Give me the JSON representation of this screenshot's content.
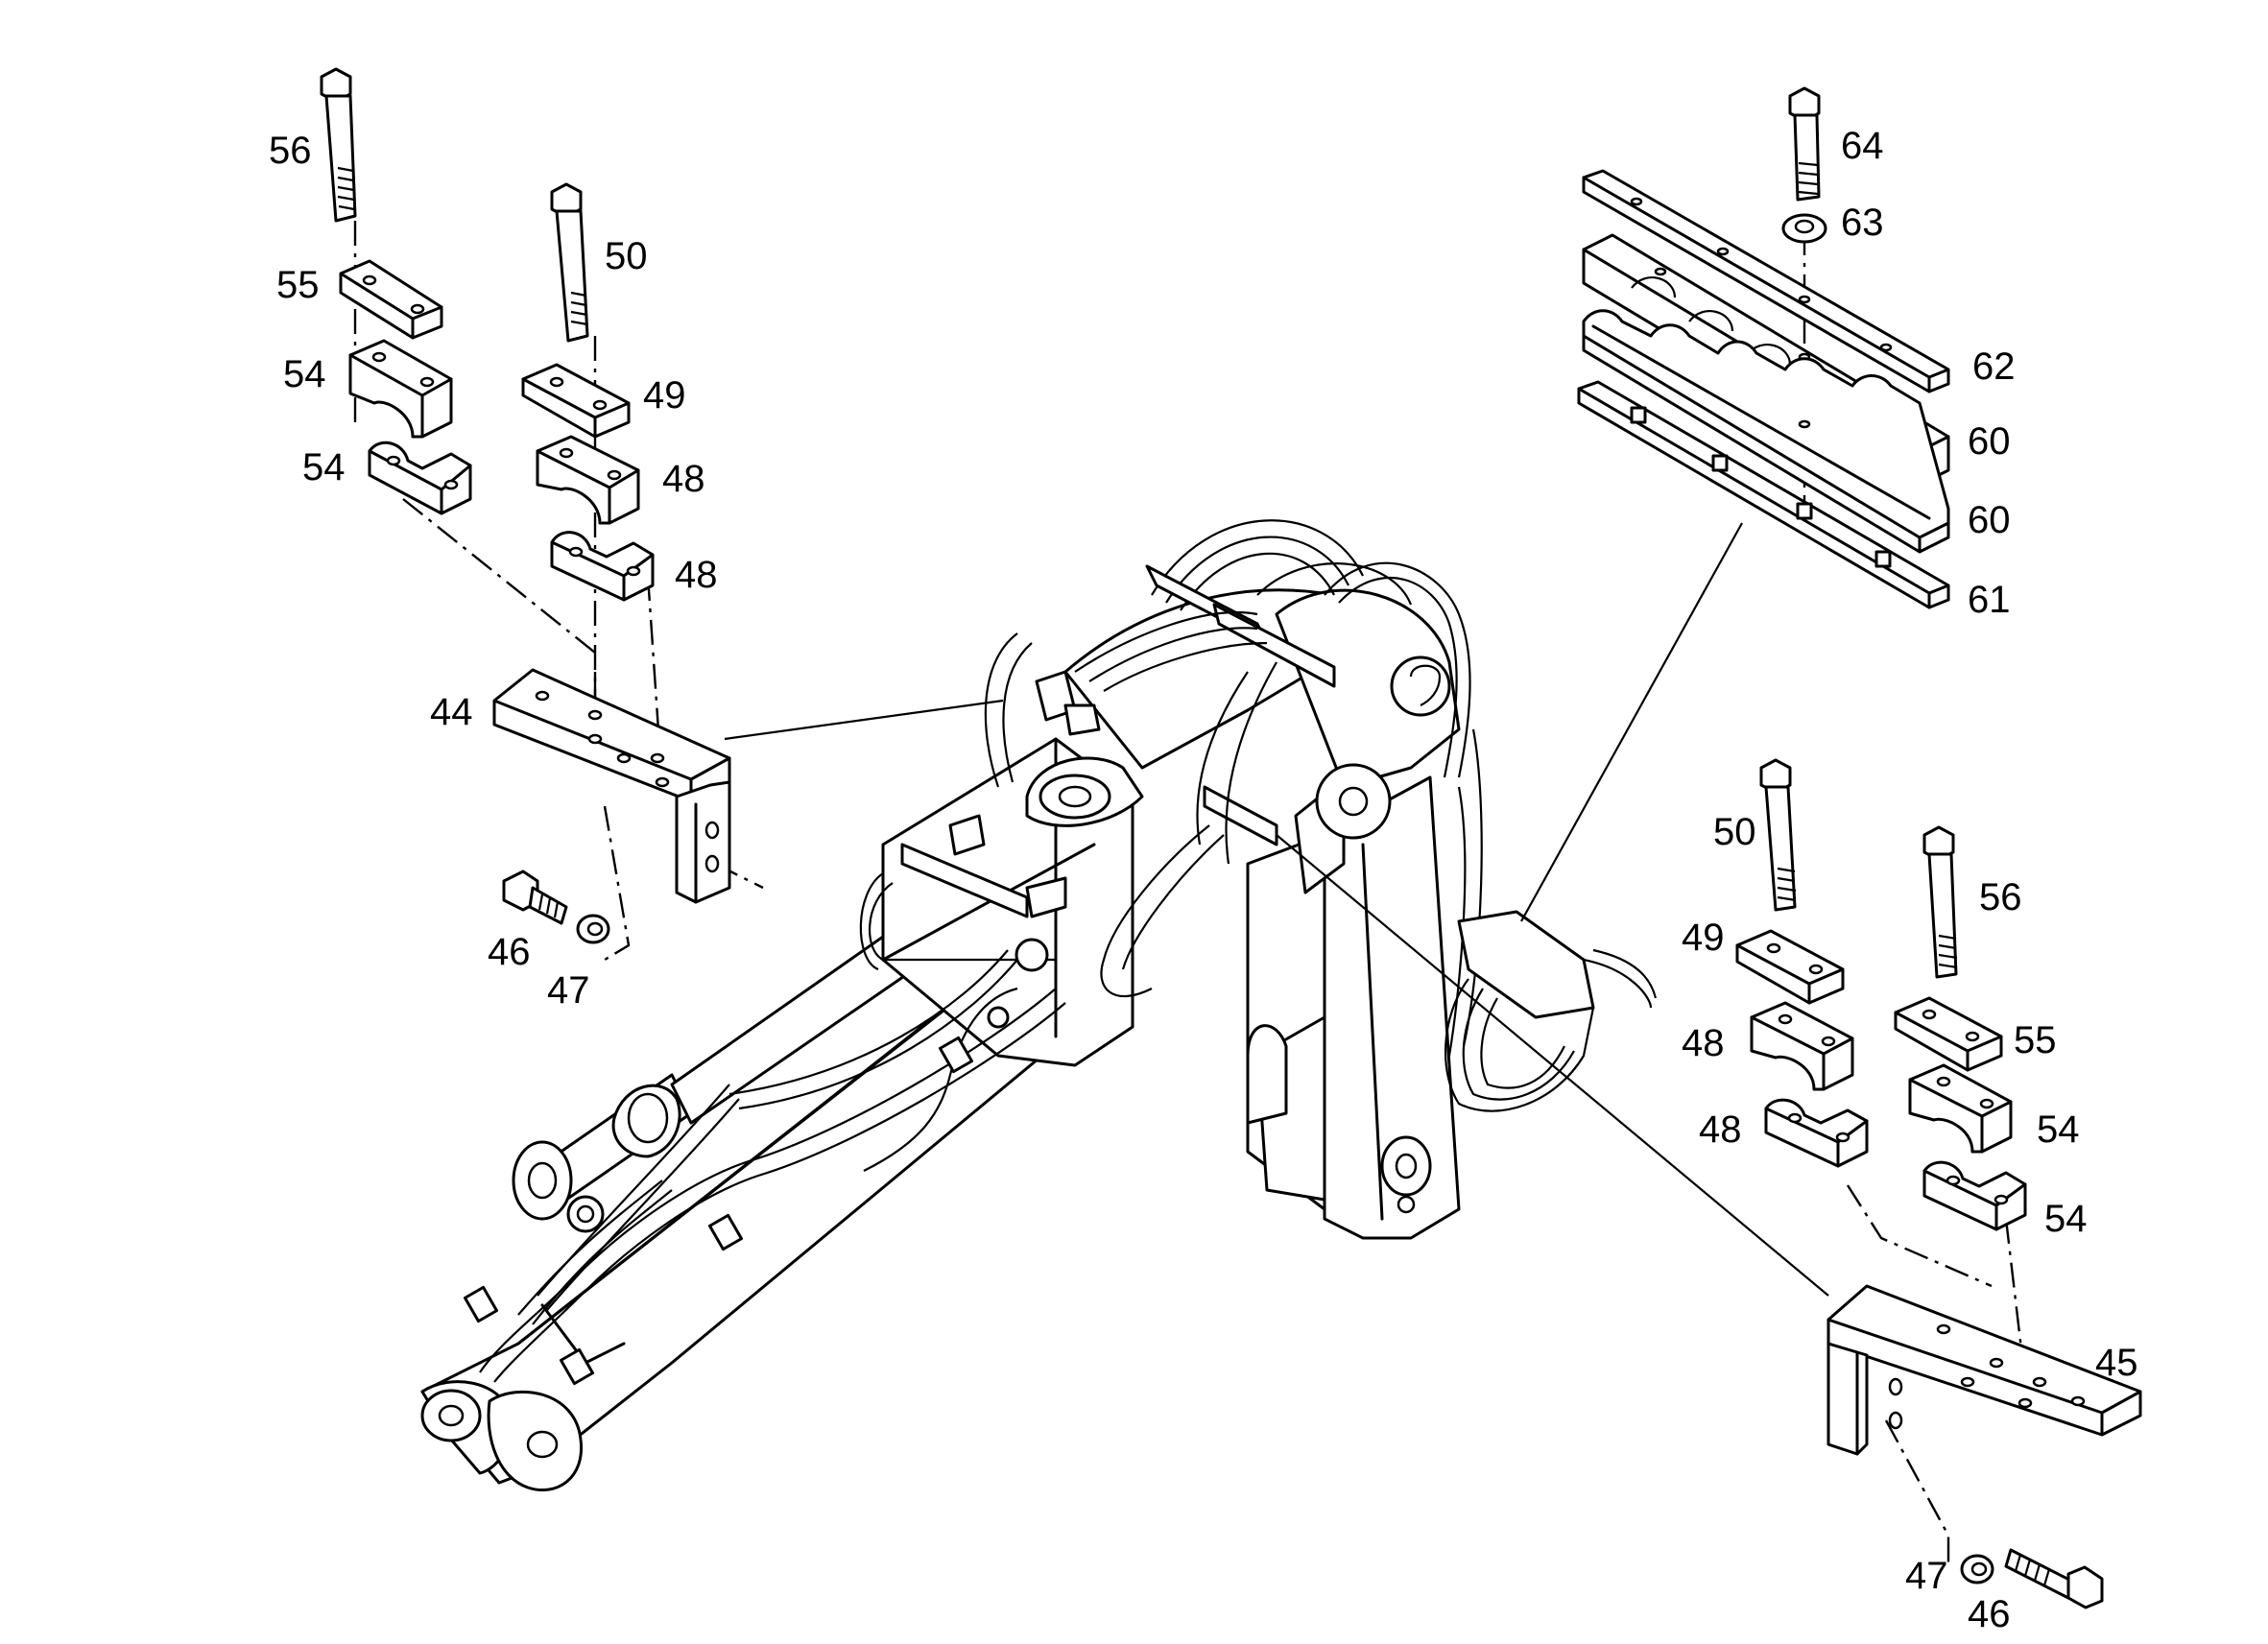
{
  "labels": {
    "tl_56": "56",
    "tl_55": "55",
    "tl_54a": "54",
    "tl_54b": "54",
    "tl_50": "50",
    "tl_49": "49",
    "tl_48a": "48",
    "tl_48b": "48",
    "tl_44": "44",
    "tl_46": "46",
    "tl_47": "47",
    "tr_64": "64",
    "tr_63": "63",
    "tr_62": "62",
    "tr_60a": "60",
    "tr_60b": "60",
    "tr_61": "61",
    "br_50": "50",
    "br_49": "49",
    "br_48a": "48",
    "br_48b": "48",
    "br_56": "56",
    "br_55": "55",
    "br_54a": "54",
    "br_54b": "54",
    "br_45": "45",
    "br_47": "47",
    "br_46": "46"
  }
}
